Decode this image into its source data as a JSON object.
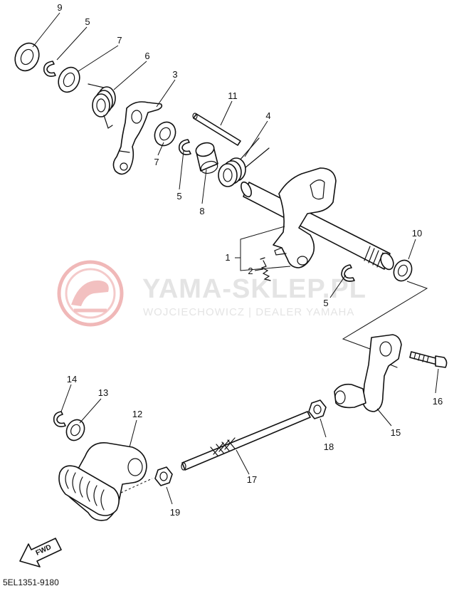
{
  "watermark": {
    "title": "YAMA-SKLEP.PL",
    "subtitle": "WOJCIECHOWICZ | DEALER YAMAHA",
    "logo_color": "#e8a0a0",
    "text_color": "#e4e4e4"
  },
  "diagram_code": "5EL1351-9180",
  "fwd_label": "FWD",
  "callouts": {
    "c1": "1",
    "c2": "2",
    "c3": "3",
    "c4": "4",
    "c5a": "5",
    "c5b": "5",
    "c5c": "5",
    "c6": "6",
    "c7a": "7",
    "c7b": "7",
    "c8": "8",
    "c9": "9",
    "c10": "10",
    "c11": "11",
    "c12": "12",
    "c13": "13",
    "c14": "14",
    "c15": "15",
    "c16": "16",
    "c17": "17",
    "c18": "18",
    "c19": "19"
  }
}
